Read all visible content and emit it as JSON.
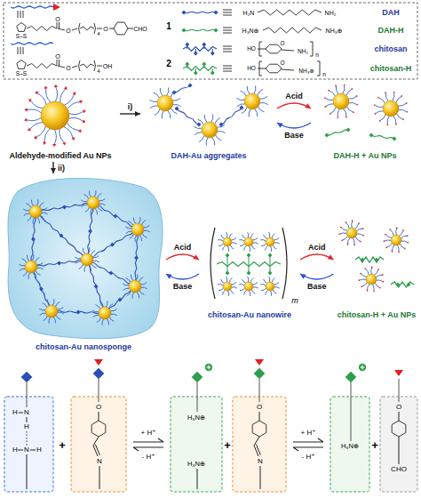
{
  "diagram": {
    "nodes": [
      {
        "text": [
          "Aldehyde-modified Au NPs"
        ]
      },
      {
        "text": [
          "DAH-Au aggregates"
        ]
      },
      {
        "text": [
          "DAH-H + Au NPs"
        ]
      },
      {
        "text": [
          "chitosan-Au nanosponge"
        ]
      },
      {
        "text": [
          "chitosan-Au nanowire"
        ]
      },
      {
        "text": [
          "chitosan-H + Au NPs"
        ]
      }
    ],
    "edges": [
      {
        "from": 0,
        "to": 1,
        "arrow": "to",
        "label": "i)"
      },
      {
        "from": 0,
        "to": 3,
        "arrow": "to",
        "label": "ii)"
      },
      {
        "from": 1,
        "to": 2,
        "arrow": "to",
        "label": "Acid"
      },
      {
        "from": 2,
        "to": 1,
        "arrow": "to",
        "label": "Base"
      },
      {
        "from": 3,
        "to": 4,
        "arrow": "to",
        "label": "Acid"
      },
      {
        "from": 4,
        "to": 3,
        "arrow": "to",
        "label": "Base"
      },
      {
        "from": 4,
        "to": 5,
        "arrow": "to",
        "label": "Acid"
      },
      {
        "from": 5,
        "to": 4,
        "arrow": "to",
        "label": "Base"
      }
    ],
    "labels": [
      "S–S",
      "O",
      "O",
      "4",
      "O",
      "CHO",
      "1",
      "S–S",
      "O",
      "O",
      "4",
      "OH",
      "2",
      "H₂N",
      "NH₂",
      "DAH",
      "H₃N⊕",
      "NH₃⊕",
      "DAH-H",
      "HO",
      "O",
      "NH₂",
      "n",
      "chitosan",
      "HO",
      "O",
      "NH₃⊕",
      "n",
      "chitosan-H",
      "m",
      "H",
      "N",
      "H",
      "H",
      "N",
      "H",
      "+",
      "O",
      "N",
      "+ H⁺",
      "- H⁺",
      "H₃N⊕",
      "H₃N⊕",
      "+",
      "O",
      "N",
      "+ H⁺",
      "- H⁺",
      "H₃N⊕",
      "+",
      "O",
      "CHO"
    ]
  }
}
